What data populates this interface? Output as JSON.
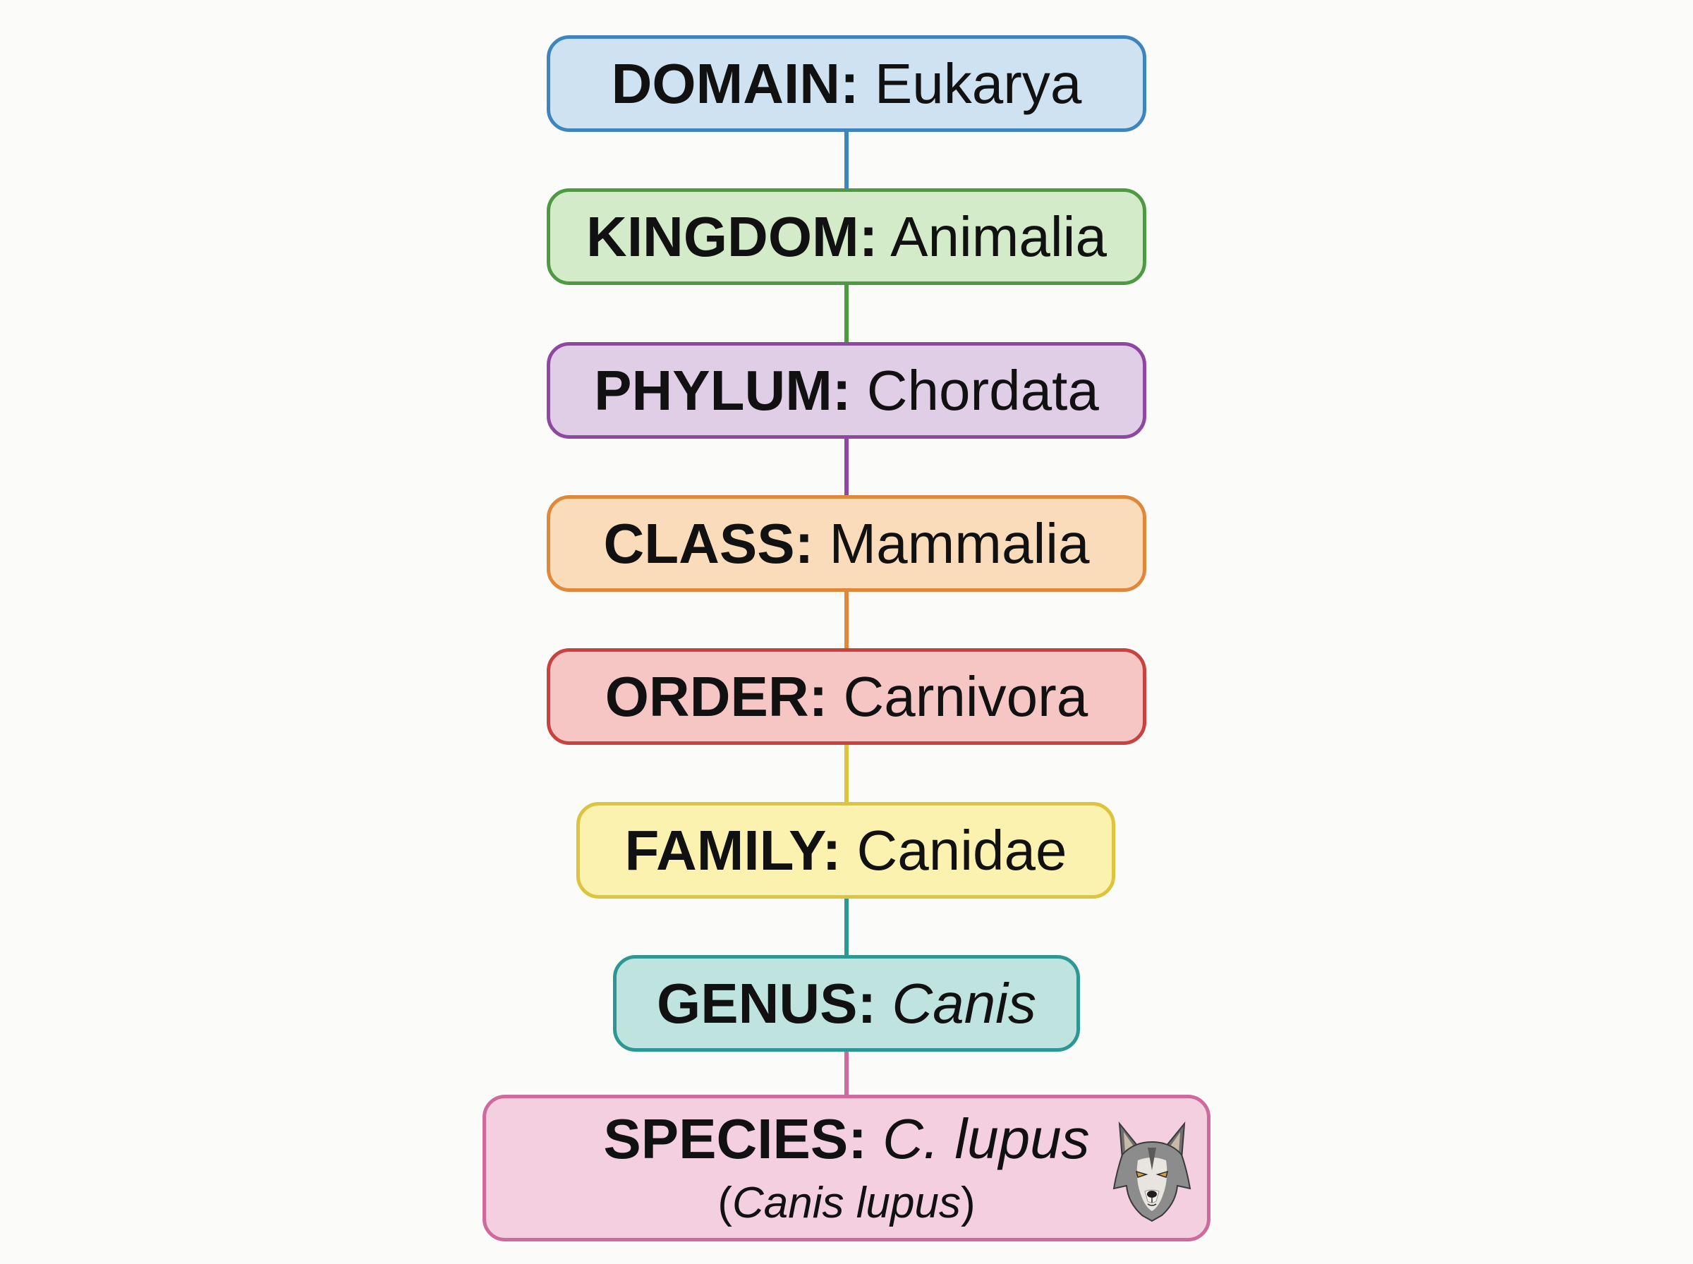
{
  "ranks": [
    {
      "rank": "DOMAIN:",
      "taxon": "Eukarya",
      "fill": "#cfe2f1",
      "border": "#3e85bf"
    },
    {
      "rank": "KINGDOM:",
      "taxon": "Animalia",
      "fill": "#d3ebc9",
      "border": "#4e9a43"
    },
    {
      "rank": "PHYLUM:",
      "taxon": "Chordata",
      "fill": "#e0cde6",
      "border": "#8e48a2"
    },
    {
      "rank": "CLASS:",
      "taxon": "Mammalia",
      "fill": "#fbdcba",
      "border": "#e0883a"
    },
    {
      "rank": "ORDER:",
      "taxon": "Carnivora",
      "fill": "#f6c6c4",
      "border": "#c8423f"
    },
    {
      "rank": "FAMILY:",
      "taxon": "Canidae",
      "fill": "#fbf2b0",
      "border": "#dcc43c"
    },
    {
      "rank": "GENUS:",
      "taxon": "Canis",
      "fill": "#bfe4e0",
      "border": "#2d9893"
    },
    {
      "rank": "SPECIES:",
      "taxon": "C. lupus",
      "subtitle": "(Canis lupus)",
      "fill": "#f4cfe0",
      "border": "#cf6a9c"
    }
  ],
  "connectors": [
    "#3e85bf",
    "#4e9a43",
    "#8e48a2",
    "#e0883a",
    "#dcc43c",
    "#2d9893",
    "#cf6a9c"
  ],
  "species_icon": "wolf-head-icon"
}
